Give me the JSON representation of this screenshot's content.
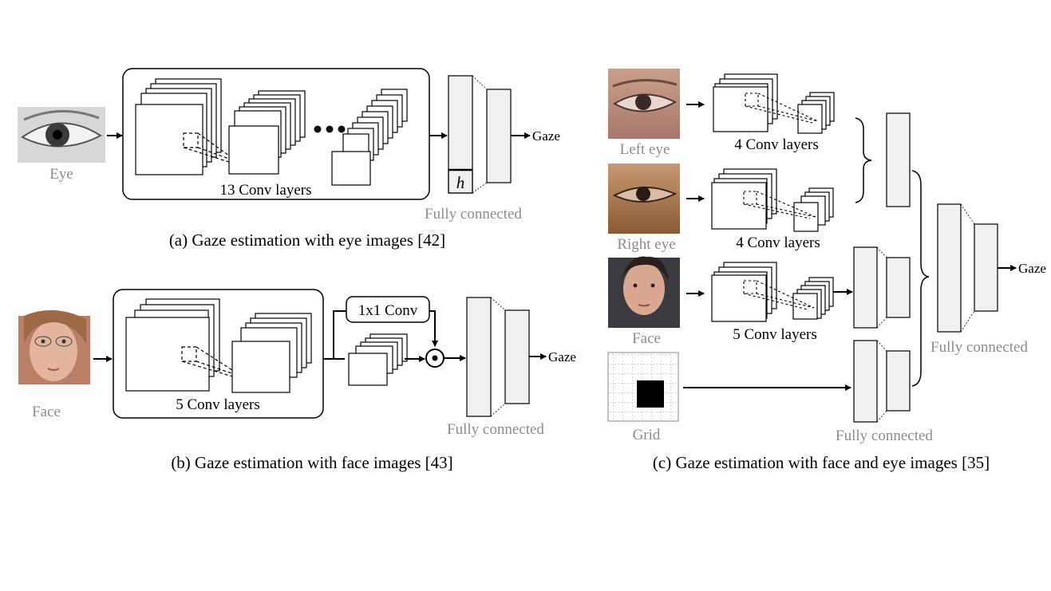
{
  "panel_a": {
    "input_label": "Eye",
    "conv_label": "13 Conv layers",
    "h_label": "h",
    "output_label": "Gaze",
    "fc_label": "Fully connected",
    "caption": "(a) Gaze estimation with eye images [42]"
  },
  "panel_b": {
    "input_label": "Face",
    "conv_label": "5 Conv layers",
    "conv1x1_label": "1x1 Conv",
    "output_label": "Gaze",
    "fc_label": "Fully connected",
    "caption": "(b) Gaze estimation with face images [43]"
  },
  "panel_c": {
    "left_eye_label": "Left eye",
    "left_eye_conv": "4 Conv layers",
    "right_eye_label": "Right eye",
    "right_eye_conv": "4 Conv layers",
    "face_label": "Face",
    "face_conv": "5 Conv layers",
    "grid_label": "Grid",
    "fc_label_bottom": "Fully connected",
    "fc_label_right": "Fully connected",
    "output_label": "Gaze",
    "caption": "(c) Gaze estimation with face and eye images [35]"
  }
}
